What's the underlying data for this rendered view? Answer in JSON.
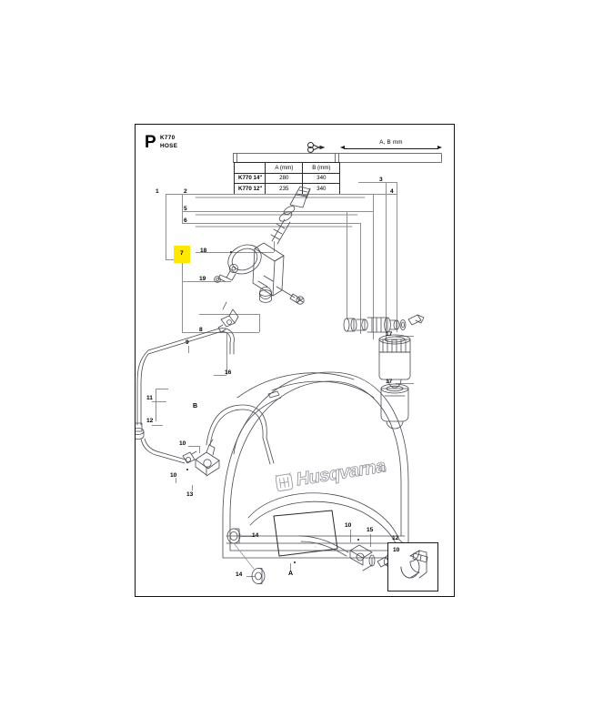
{
  "document": {
    "type": "spare-parts-diagram",
    "manufacturer": "Husqvarna",
    "section_letter": "P",
    "model": "K770",
    "section_title": "HOSE",
    "brand_wordmark": "Husqvarna"
  },
  "dimension_note": {
    "label": "A, B mm"
  },
  "spec_table": {
    "columns": [
      "",
      "A (mm)",
      "B (mm)"
    ],
    "rows": [
      {
        "model": "K770 14\"",
        "a_mm": "280",
        "b_mm": "340"
      },
      {
        "model": "K770 12\"",
        "a_mm": "235",
        "b_mm": "340"
      }
    ]
  },
  "callouts": [
    {
      "id": "c1",
      "label": "1",
      "highlighted": false
    },
    {
      "id": "c2",
      "label": "2",
      "highlighted": false
    },
    {
      "id": "c5",
      "label": "5",
      "highlighted": false
    },
    {
      "id": "c6",
      "label": "6",
      "highlighted": false
    },
    {
      "id": "c7",
      "label": "7",
      "highlighted": true
    },
    {
      "id": "c18",
      "label": "18",
      "highlighted": false
    },
    {
      "id": "c19",
      "label": "19",
      "highlighted": false
    },
    {
      "id": "c8",
      "label": "8",
      "highlighted": false
    },
    {
      "id": "c3",
      "label": "3",
      "highlighted": false
    },
    {
      "id": "c4",
      "label": "4",
      "highlighted": false
    },
    {
      "id": "c17a",
      "label": "17",
      "highlighted": false
    },
    {
      "id": "c17b",
      "label": "17",
      "highlighted": false
    },
    {
      "id": "c9",
      "label": "9",
      "highlighted": false
    },
    {
      "id": "c16",
      "label": "16",
      "highlighted": false
    },
    {
      "id": "c11",
      "label": "11",
      "highlighted": false
    },
    {
      "id": "c12a",
      "label": "12",
      "highlighted": false
    },
    {
      "id": "c10a",
      "label": "10",
      "highlighted": false
    },
    {
      "id": "c10b",
      "label": "10",
      "highlighted": false
    },
    {
      "id": "c13",
      "label": "13",
      "highlighted": false
    },
    {
      "id": "c14a",
      "label": "14",
      "highlighted": false
    },
    {
      "id": "c14b",
      "label": "14",
      "highlighted": false
    },
    {
      "id": "c10c",
      "label": "10",
      "highlighted": false
    },
    {
      "id": "c15",
      "label": "15",
      "highlighted": false
    },
    {
      "id": "c12b",
      "label": "12",
      "highlighted": false
    },
    {
      "id": "c10d",
      "label": "10",
      "highlighted": false
    }
  ],
  "reference_letters": [
    {
      "id": "refA",
      "label": "A"
    },
    {
      "id": "refB",
      "label": "B"
    }
  ],
  "colors": {
    "highlight": "#ffe800",
    "frame_border": "#111111",
    "leader_line": "#8f8f8f",
    "artwork_stroke": "#4a4a52",
    "page_background": "#ffffff"
  }
}
